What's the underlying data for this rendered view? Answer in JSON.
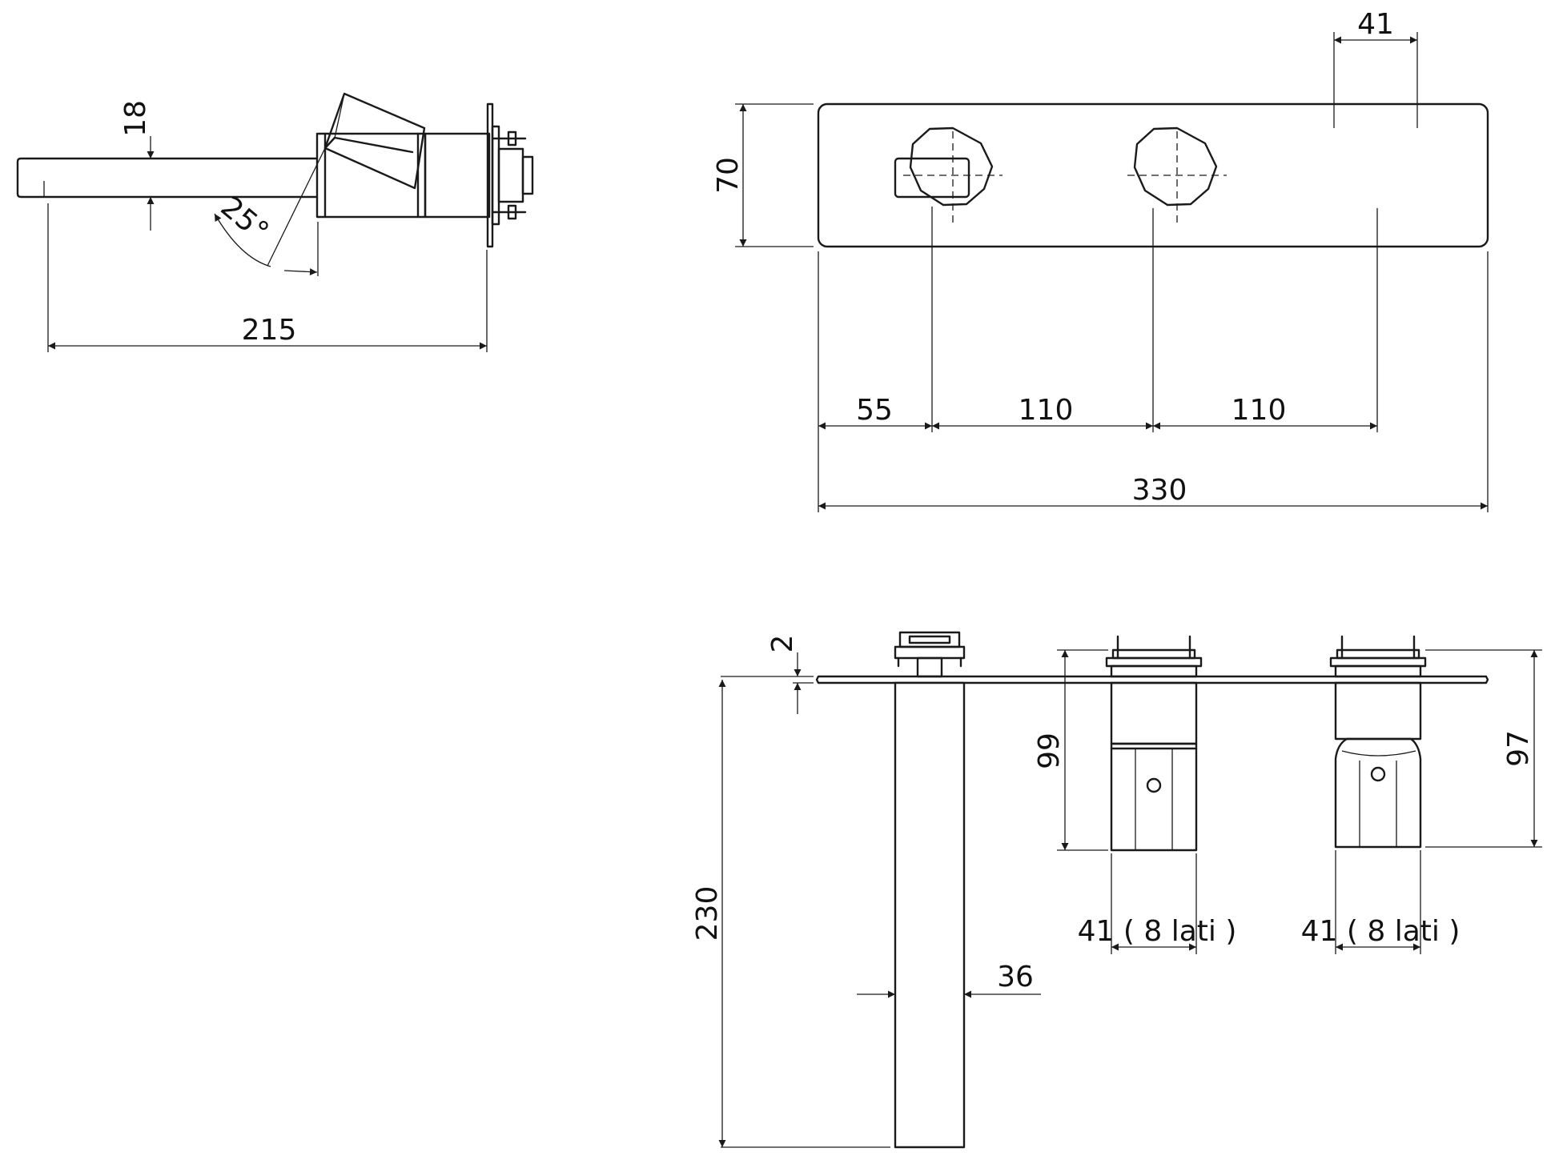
{
  "dimensions": {
    "spout_height": "18",
    "spout_angle": "25°",
    "spout_length": "215",
    "plate_height": "70",
    "knob_size": "41",
    "offset_left": "55",
    "spacing_1": "110",
    "spacing_2": "110",
    "plate_width": "330",
    "plate_thickness": "2",
    "body_depth": "230",
    "body_width": "36",
    "valve_left_depth": "99",
    "valve_right_depth": "97",
    "valve_left_size": "41 ( 8 lati )",
    "valve_right_size": "41 ( 8 lati )"
  },
  "colors": {
    "line": "#1a1a1a",
    "background": "#ffffff"
  }
}
